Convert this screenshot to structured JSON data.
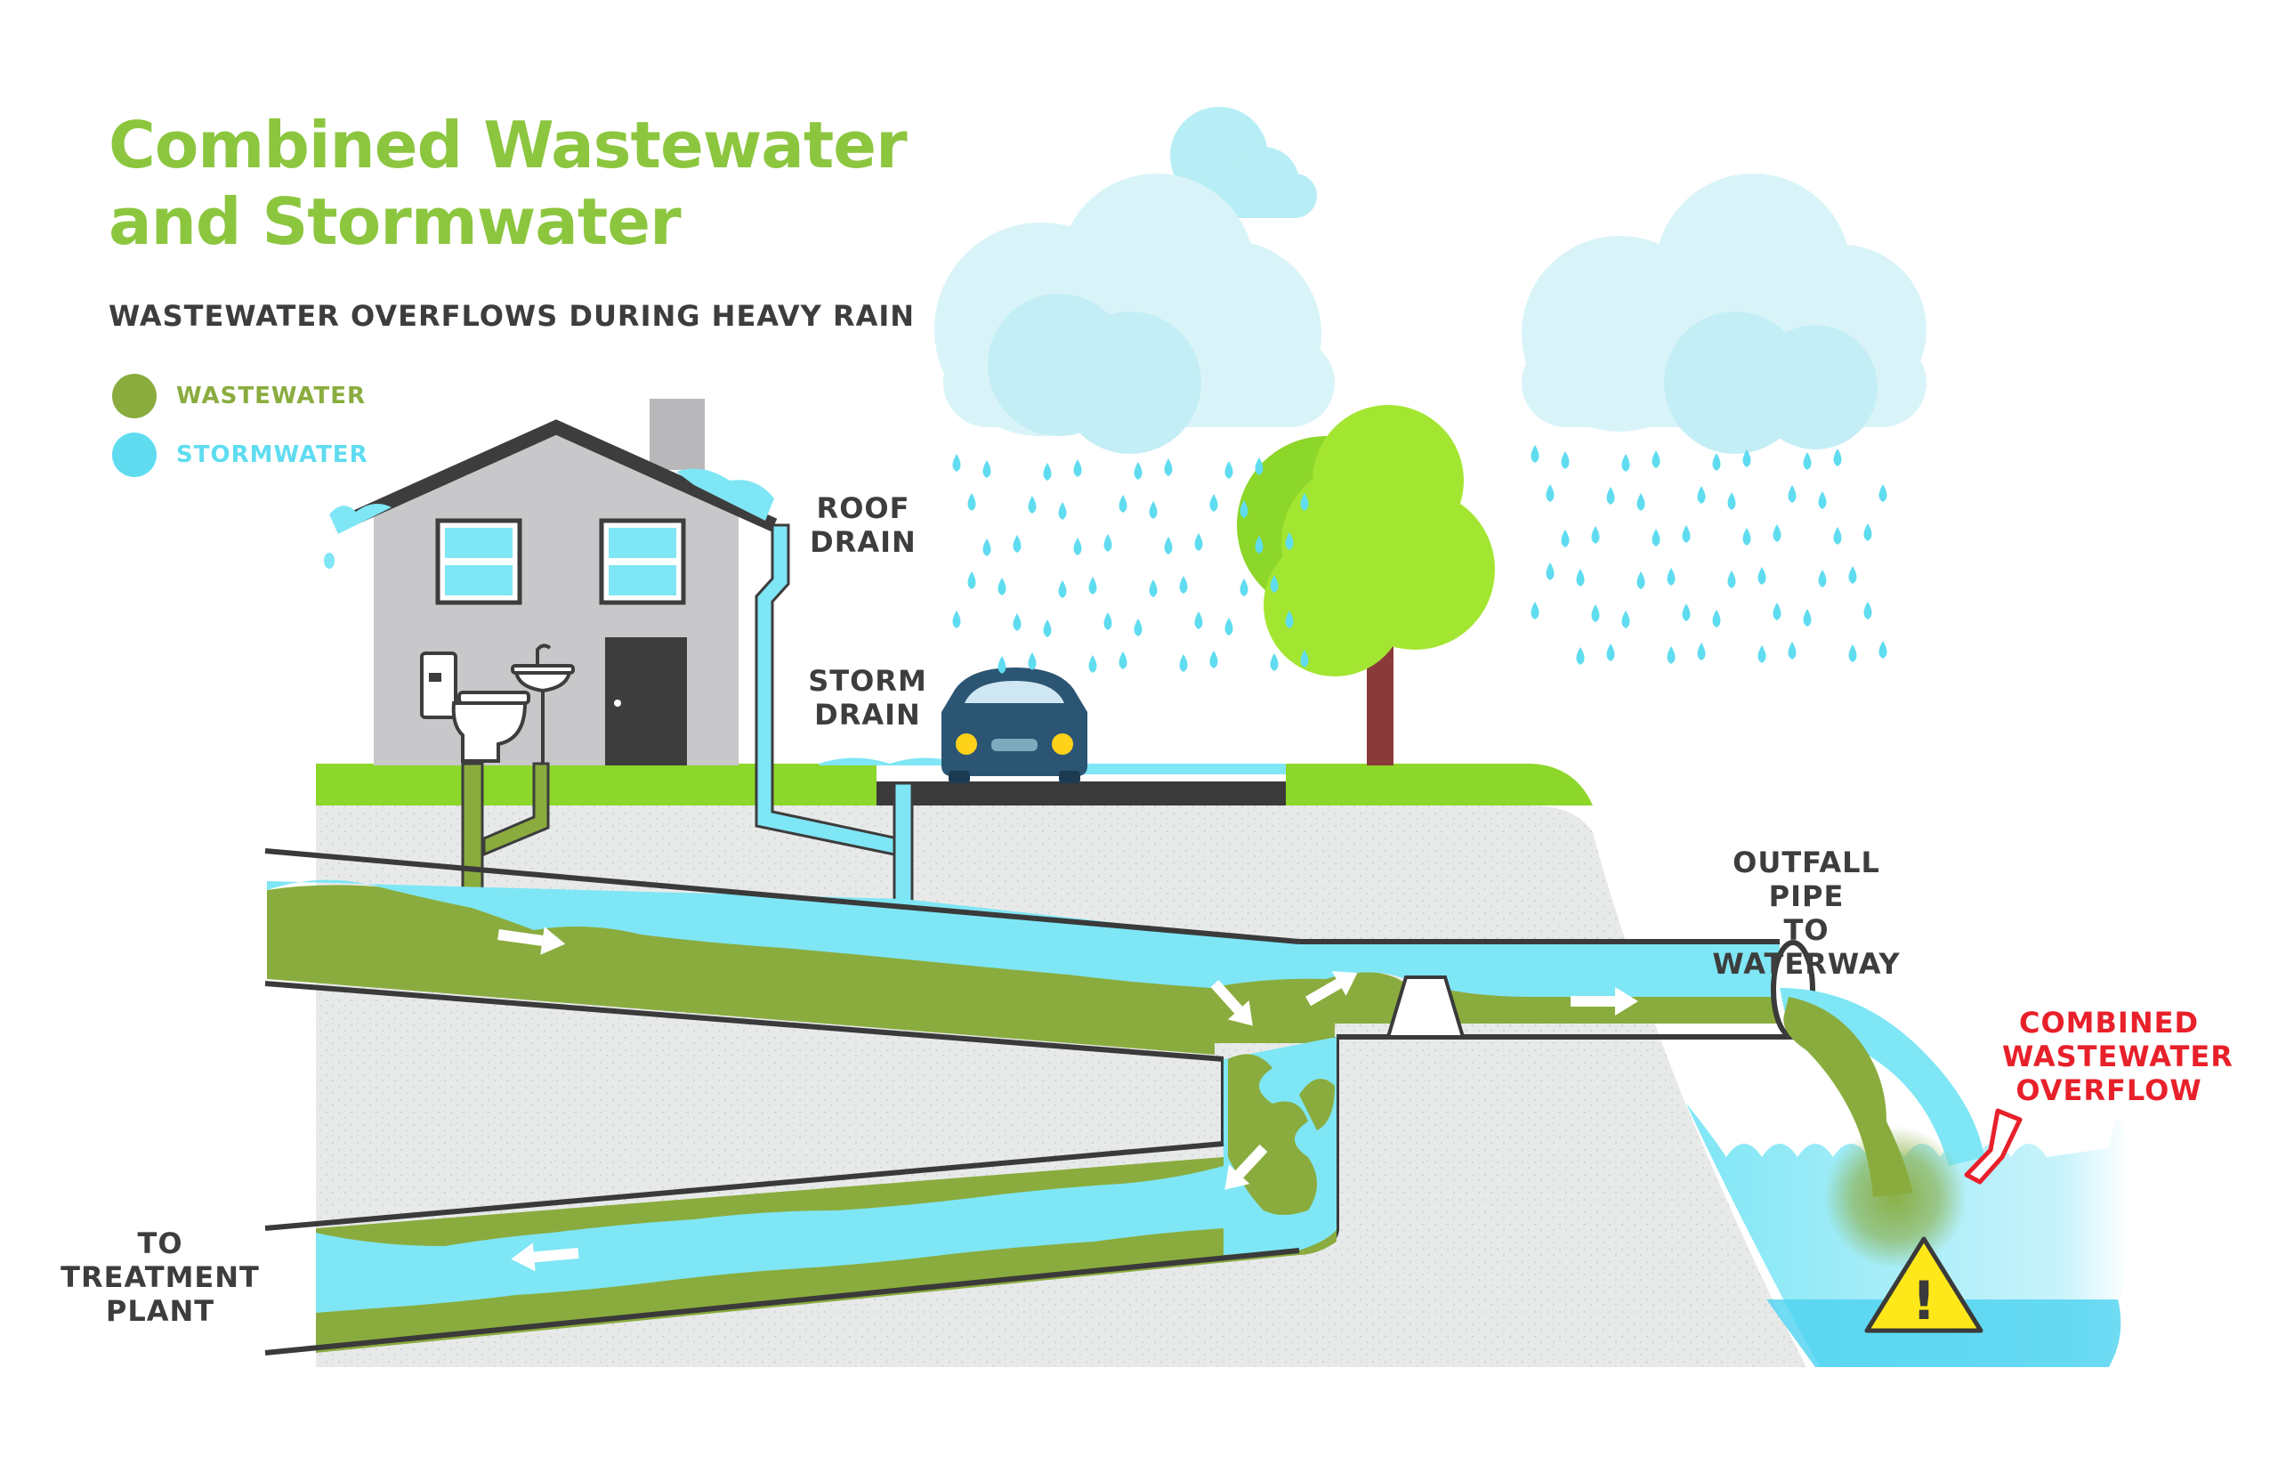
{
  "title_line1": "Combined Wastewater",
  "title_line2": "and Stormwater",
  "subtitle": "WASTEWATER OVERFLOWS DURING HEAVY RAIN",
  "legend": [
    {
      "label": "WASTEWATER",
      "color": "#8aac3e"
    },
    {
      "label": "STORMWATER",
      "color": "#5fdcf0"
    }
  ],
  "labels": {
    "roof_drain": [
      "ROOF",
      "DRAIN"
    ],
    "storm_drain": [
      "STORM",
      "DRAIN"
    ],
    "outfall": [
      "OUTFALL PIPE",
      "TO WATERWAY"
    ],
    "treatment": [
      "TO",
      "TREATMENT",
      "PLANT"
    ],
    "cso": [
      "COMBINED",
      "WASTEWATER",
      "OVERFLOW"
    ],
    "warning_symbol": "!"
  },
  "colors": {
    "title": "#8cc63f",
    "wastewater": "#8aac3e",
    "stormwater": "#5fdcf0",
    "grass": "#8dd62a",
    "house_wall": "#c8c8ca",
    "roof": "#3d3d3d",
    "ground": "#e9ebea",
    "car": "#2b5573",
    "tree": "#a3e632",
    "trunk": "#8b3a3a",
    "cloud": "#d6f3f9",
    "alert": "#e8202a",
    "warning": "#ffe81a"
  },
  "icons": [
    "house-icon",
    "toilet-icon",
    "sink-icon",
    "car-icon",
    "tree-icon",
    "cloud-icon",
    "raindrop-icon",
    "warning-icon",
    "flow-arrow-icon",
    "weir-icon"
  ]
}
